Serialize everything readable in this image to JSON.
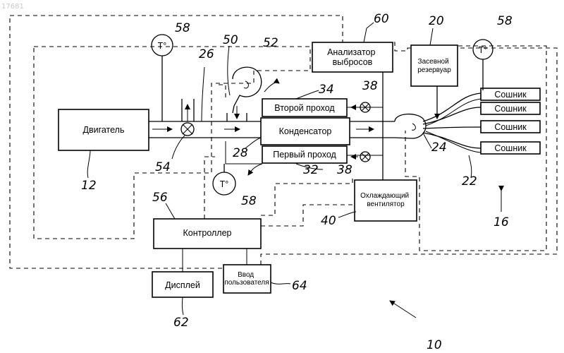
{
  "watermark": "17681",
  "components": {
    "engine": "Двигатель",
    "condenser": "Конденсатор",
    "second_pass": "Второй проход",
    "first_pass": "Первый проход",
    "emissions_analyzer": "Анализатор выбросов",
    "seed_tank": "Засевной резервуар",
    "cooling_fan": "Охлаждающий вентилятор",
    "controller": "Контроллер",
    "display": "Дисплей",
    "user_input": "Ввод пользователя",
    "openers": [
      "Сошник",
      "Сошник",
      "Сошник",
      "Сошник"
    ],
    "temp_sensor_symbol": "T°"
  },
  "reference_numerals": {
    "n10": "10",
    "n12": "12",
    "n16": "16",
    "n20": "20",
    "n22": "22",
    "n24": "24",
    "n26": "26",
    "n28": "28",
    "n32": "32",
    "n34": "34",
    "n38a": "38",
    "n38b": "38",
    "n40": "40",
    "n50": "50",
    "n52": "52",
    "n54": "54",
    "n56": "56",
    "n58a": "58",
    "n58b": "58",
    "n58c": "58",
    "n60": "60",
    "n62": "62",
    "n64": "64"
  }
}
